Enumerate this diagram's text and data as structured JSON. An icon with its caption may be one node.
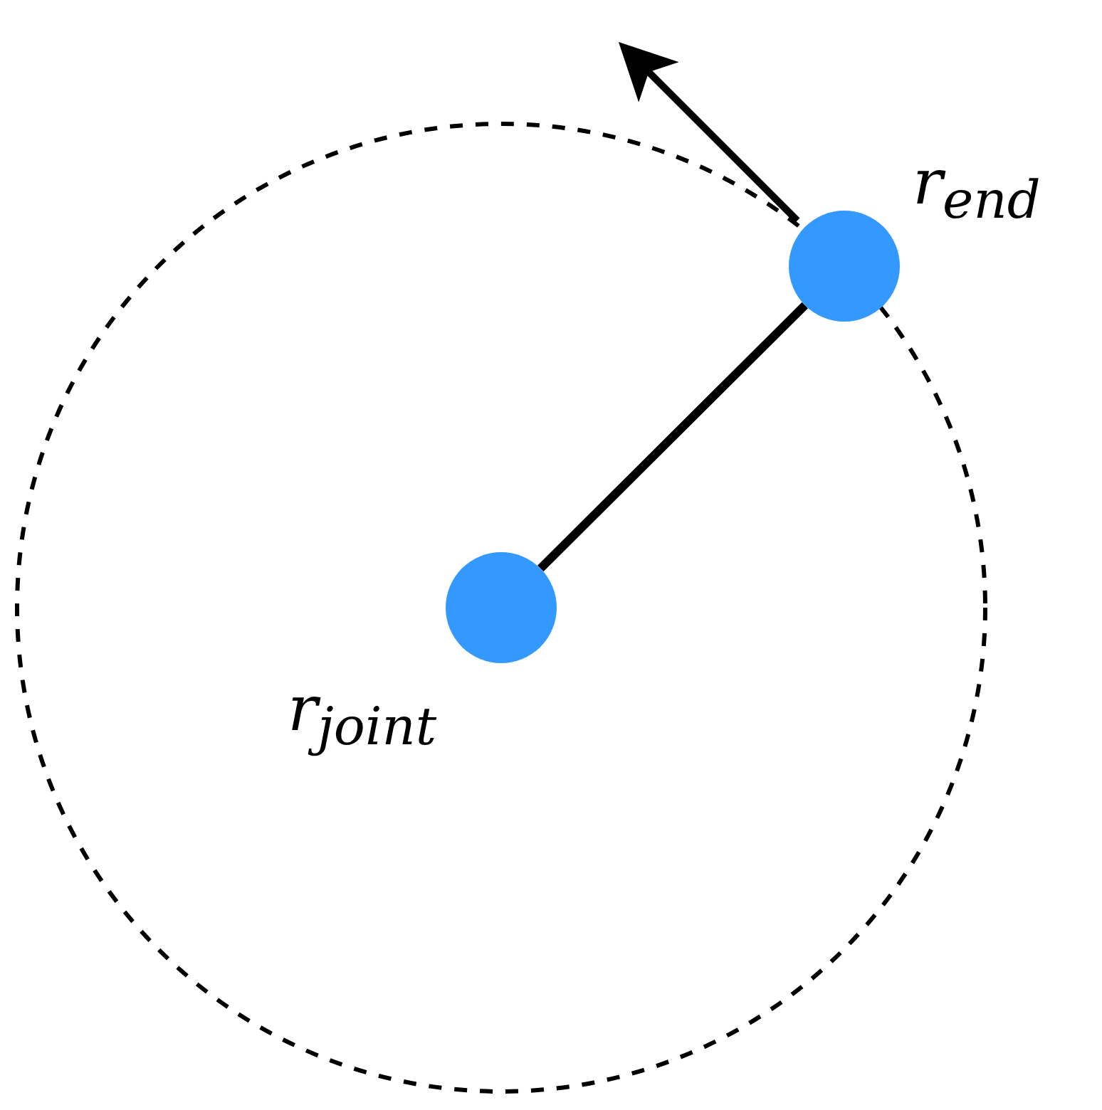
{
  "diagram": {
    "nodes": [
      {
        "text": [],
        "shape": "circle",
        "beside": [
          "r$_{joint}$"
        ]
      },
      {
        "text": [],
        "shape": "circle",
        "beside": [
          "r$_{end}$"
        ]
      }
    ],
    "edges": [
      {
        "from": 0,
        "to": 1,
        "arrow": "none"
      }
    ]
  }
}
